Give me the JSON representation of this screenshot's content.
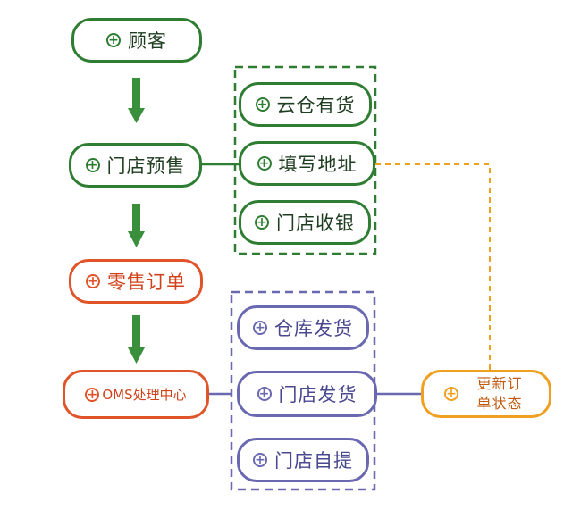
{
  "nodes": {
    "customer": "顾客",
    "store_presale": "门店预售",
    "retail_order": "零售订单",
    "oms": "OMS处理中心",
    "cloud_stock": "云仓有货",
    "fill_address": "填写地址",
    "store_cashier": "门店收银",
    "warehouse_ship": "仓库发货",
    "store_ship": "门店发货",
    "store_pickup": "门店自提",
    "update_status": "更新订单状态"
  },
  "colors": {
    "green": "#2f7d32",
    "arrow_green": "#3a8f3c",
    "red": "#e0542a",
    "purple": "#6a68b0",
    "orange": "#f0a020"
  }
}
